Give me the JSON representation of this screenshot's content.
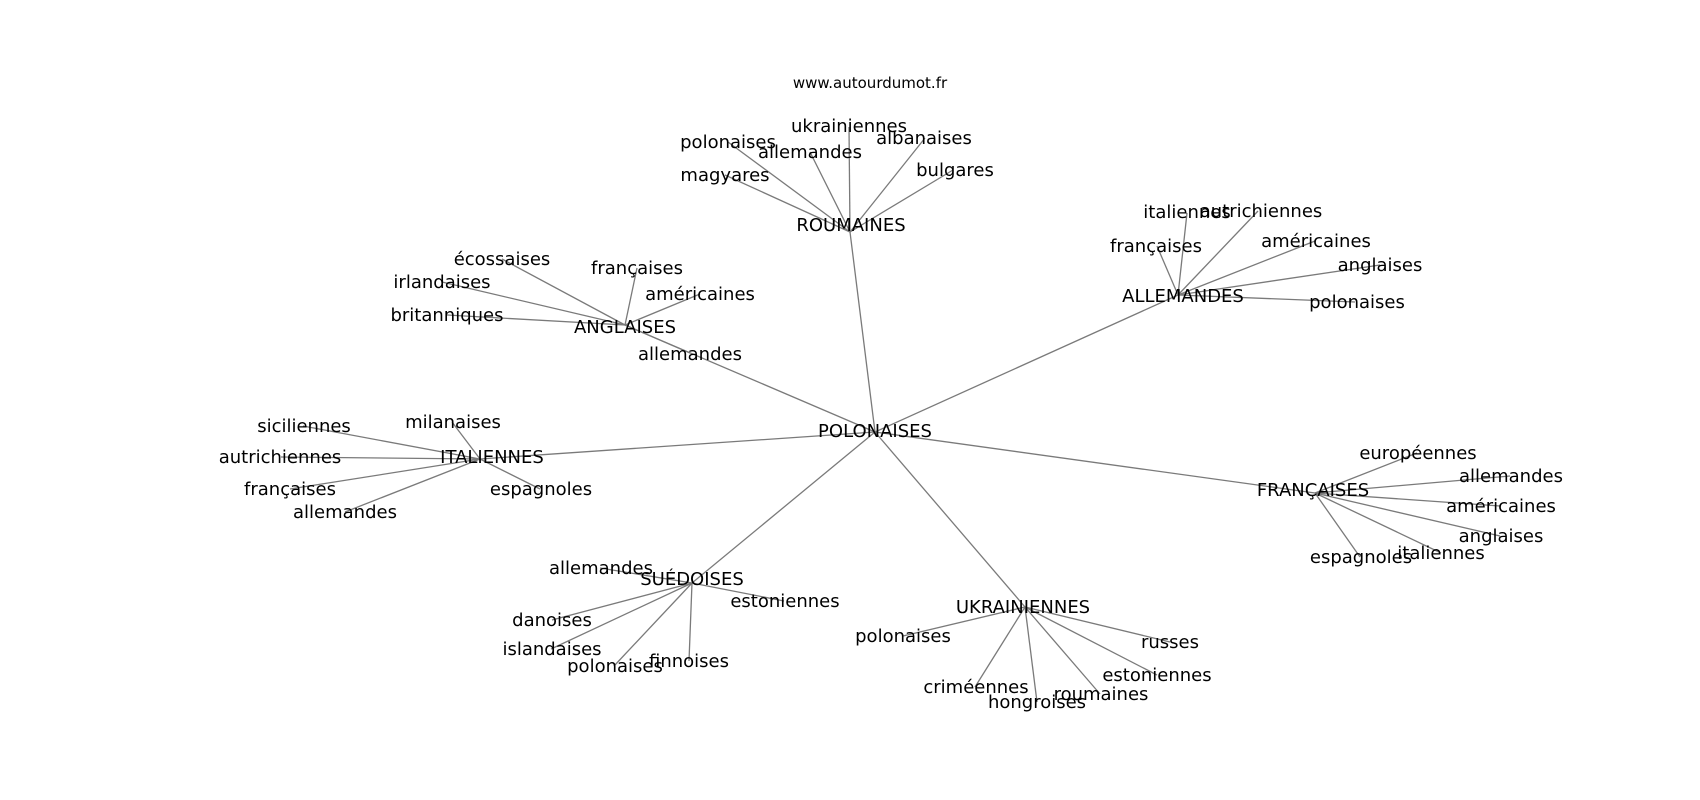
{
  "watermark": "www.autourdumot.fr",
  "center": "POLONAISES",
  "hubs": [
    {
      "id": "roumaines",
      "label": "ROUMAINES",
      "leaves": [
        "polonaises",
        "allemandes",
        "ukrainiennes",
        "albanaises",
        "bulgares",
        "magyares"
      ]
    },
    {
      "id": "anglaises",
      "label": "ANGLAISES",
      "leaves": [
        "écossaises",
        "irlandaises",
        "britanniques",
        "françaises",
        "américaines",
        "allemandes"
      ]
    },
    {
      "id": "allemandes",
      "label": "ALLEMANDES",
      "leaves": [
        "italiennes",
        "autrichiennes",
        "françaises",
        "américaines",
        "anglaises",
        "polonaises"
      ]
    },
    {
      "id": "italiennes",
      "label": "ITALIENNES",
      "leaves": [
        "siciliennes",
        "milanaises",
        "autrichiennes",
        "françaises",
        "allemandes",
        "espagnoles"
      ]
    },
    {
      "id": "francaises",
      "label": "FRANÇAISES",
      "leaves": [
        "européennes",
        "allemandes",
        "américaines",
        "anglaises",
        "italiennes",
        "espagnoles"
      ]
    },
    {
      "id": "suedoises",
      "label": "SUÉDOISES",
      "leaves": [
        "allemandes",
        "estoniennes",
        "danoises",
        "islandaises",
        "polonaises",
        "finnoises"
      ]
    },
    {
      "id": "ukrainiennes",
      "label": "UKRAINIENNES",
      "leaves": [
        "polonaises",
        "russes",
        "estoniennes",
        "roumaines",
        "hongroises",
        "criméennes"
      ]
    }
  ]
}
